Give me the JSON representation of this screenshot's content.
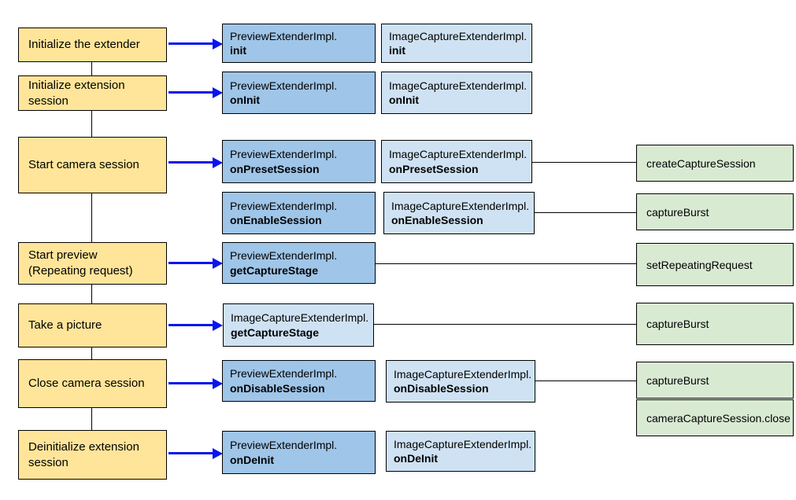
{
  "palette": {
    "action_fill": "#ffe599",
    "preview_extender_fill": "#9fc5e8",
    "image_capture_extender_fill": "#cfe2f3",
    "camera2_fill": "#d9ead3",
    "arrow_color": "#0914f0",
    "border_color": "#000000",
    "text_color": "#000000",
    "background": "#ffffff"
  },
  "action_boxes": [
    "Initialize the extender",
    "Initialize extension session",
    "Start camera session",
    "Start preview (Repeating request)",
    "Take a picture",
    "Close camera session",
    "Deinitialize extension session"
  ],
  "extender_boxes": [
    {
      "class_name": "PreviewExtenderImpl.",
      "method": "init"
    },
    {
      "class_name": "ImageCaptureExtenderImpl.",
      "method": "init"
    },
    {
      "class_name": "PreviewExtenderImpl.",
      "method": "onInit"
    },
    {
      "class_name": "ImageCaptureExtenderImpl.",
      "method": "onInit"
    },
    {
      "class_name": "PreviewExtenderImpl.",
      "method": "onPresetSession"
    },
    {
      "class_name": "ImageCaptureExtenderImpl.",
      "method": "onPresetSession"
    },
    {
      "class_name": "PreviewExtenderImpl.",
      "method": "onEnableSession"
    },
    {
      "class_name": "ImageCaptureExtenderImpl.",
      "method": "onEnableSession"
    },
    {
      "class_name": "PreviewExtenderImpl.",
      "method": "getCaptureStage"
    },
    {
      "class_name": "ImageCaptureExtenderImpl.",
      "method": "getCaptureStage"
    },
    {
      "class_name": "PreviewExtenderImpl.",
      "method": "onDisableSession"
    },
    {
      "class_name": "ImageCaptureExtenderImpl.",
      "method": "onDisableSession"
    },
    {
      "class_name": "PreviewExtenderImpl.",
      "method": "onDeInit"
    },
    {
      "class_name": "ImageCaptureExtenderImpl.",
      "method": "onDeInit"
    }
  ],
  "camera2_boxes": [
    "createCaptureSession",
    "captureBurst",
    "setRepeatingRequest",
    "captureBurst",
    "captureBurst",
    "cameraCaptureSession.close"
  ]
}
